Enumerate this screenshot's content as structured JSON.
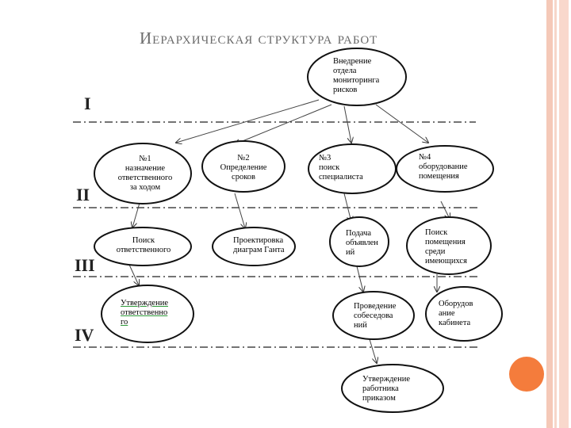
{
  "title": "Иерархическая структура работ",
  "levels": [
    "I",
    "II",
    "III",
    "IV"
  ],
  "nodes": {
    "root": "Внедрение\nотдела\nмониторинга\nрисков",
    "n1": "№1\nназначение\nответственного\nза ходом",
    "n2": "№2\nОпределение\nсроков",
    "n3": "№3\nпоиск\nспециалиста",
    "n4": "№4\nоборудование\nпомещения",
    "n1a": "Поиск\nответственного",
    "n1b": "Утверждение\nответственно\nго",
    "n2a": "Проектировка\nдиаграм Ганта",
    "n3a": "Подача\nобъявлен\nий",
    "n3b": "Проведение\nсобеседова\nний",
    "n3c": "Утверждение\nработника\nприказом",
    "n4a": "Поиск\nпомещения\nсреди\nимеющихся",
    "n4b": "Оборудов\nание\nкабинета"
  }
}
